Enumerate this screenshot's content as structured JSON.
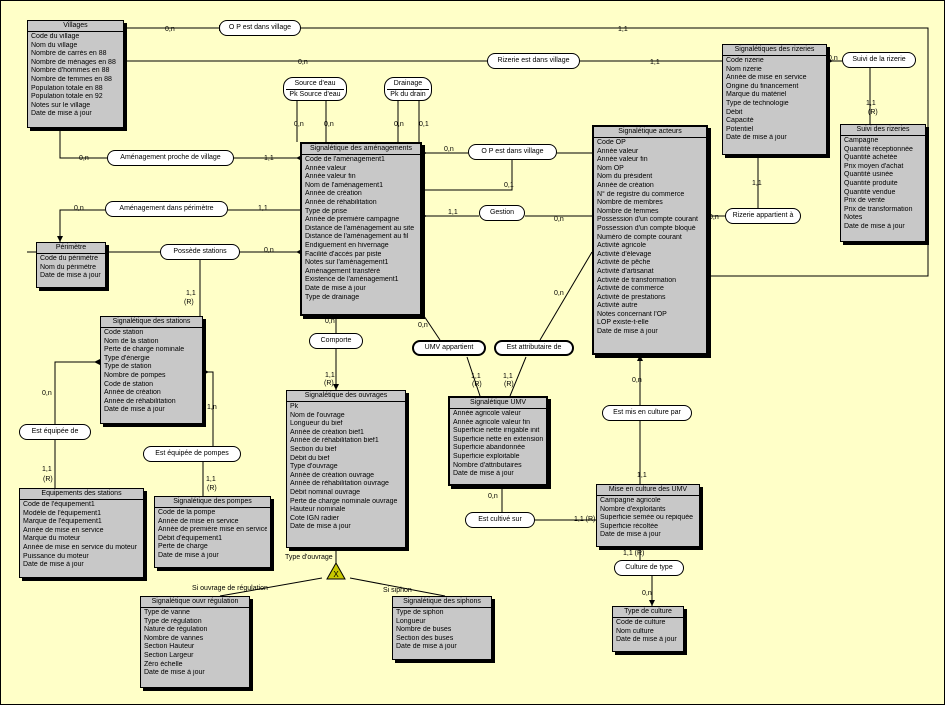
{
  "entities": {
    "villages": {
      "title": "Villages",
      "attrs": [
        "Code du village",
        "Nom du village",
        "Nombre de carrés en 88",
        "Nombre de ménages en 88",
        "Nombre d'hommes en 88",
        "Nombre de femmes en 88",
        "Population totale en 88",
        "Population totale en 92",
        "Notes sur le village",
        "Date de mise à jour"
      ]
    },
    "amenagements": {
      "title": "Signalétique des aménagements",
      "attrs": [
        "Code de l'aménagement1",
        "Année valeur",
        "Année valeur fin",
        "Nom de l'aménagement1",
        "Année de création",
        "Année de réhabilitation",
        "Type de prise",
        "Année de première campagne",
        "Distance de l'aménagement au site",
        "Distance de l'aménagement au fil",
        "Endiguement en hivernage",
        "Facilité d'accès par piste",
        "Notes sur l'aménagement1",
        "Aménagement transféré",
        "Existence de l'aménagement1",
        "Date de mise à jour",
        "Type de drainage"
      ]
    },
    "perimetre": {
      "title": "Périmètre",
      "attrs": [
        "Code du périmètre",
        "Nom du périmètre",
        "Date de mise à jour"
      ]
    },
    "stations": {
      "title": "Signalétique des stations",
      "attrs": [
        "Code station",
        "Nom de la station",
        "Perte de charge nominale",
        "Type d'énergie",
        "Type de station",
        "Nombre de pompes",
        "Code de station",
        "Année de création",
        "Année de réhabilitation",
        "Date de mise à jour"
      ]
    },
    "equipements": {
      "title": "Equipements des stations",
      "attrs": [
        "Code de l'équipement1",
        "Modèle de l'équipement1",
        "Marque de l'équipement1",
        "Année de mise en service",
        "Marque du moteur",
        "Année de mise en service du moteur",
        "Puissance du moteur",
        "Date de mise à jour"
      ]
    },
    "pompes": {
      "title": "Signalétique des pompes",
      "attrs": [
        "Code de la pompe",
        "Année de mise en service",
        "Année de première mise en service",
        "Débit d'équipement1",
        "Perte de charge",
        "Date de mise à jour"
      ]
    },
    "ouvrages": {
      "title": "Signalétique des ouvrages",
      "attrs": [
        "Pk",
        "Nom de l'ouvrage",
        "Longueur du bief",
        "Année de création bief1",
        "Année de réhabilitation bief1",
        "Section du bief",
        "Débit du bief",
        "Type d'ouvrage",
        "Année de création ouvrage",
        "Année de réhabilitation ouvrage",
        "Débit nominal ouvrage",
        "Perte de charge nominale ouvrage",
        "Hauteur nominale",
        "Cote IGN radier",
        "Date de mise à jour"
      ]
    },
    "regulation": {
      "title": "Signalétique ouvr régulation",
      "attrs": [
        "Type de vanne",
        "Type de régulation",
        "Nature de régulation",
        "Nombre de vannes",
        "Section Hauteur",
        "Section Largeur",
        "Zéro échelle",
        "Date de mise à jour"
      ]
    },
    "siphons": {
      "title": "Signalétique des siphons",
      "attrs": [
        "Type de siphon",
        "Longueur",
        "Nombre de buses",
        "Section des buses",
        "Date de mise à jour"
      ]
    },
    "umv": {
      "title": "Signalétique UMV",
      "attrs": [
        "Année agricole valeur",
        "Année agricole valeur fin",
        "Superficie nette irrigable init",
        "Superficie nette en extension",
        "Superficie abandonnée",
        "Superficie exploitable",
        "Nombre d'attributaires",
        "Date de mise à jour"
      ]
    },
    "acteurs": {
      "title": "Signalétique acteurs",
      "attrs": [
        "Code OP",
        "Année valeur",
        "Année valeur fin",
        "Nom OP",
        "Nom du président",
        "Année de création",
        "N° de registre du commerce",
        "Nombre de membres",
        "Nombre de femmes",
        "Possession d'un compte courant",
        "Possession d'un compte bloqué",
        "Numéro de compte courant",
        "Activité agricole",
        "Activité d'élevage",
        "Activité de pêche",
        "Activité d'artisanat",
        "Activité de transformation",
        "Activité de commerce",
        "Activité de prestations",
        "Activité autre",
        "Notes concernant l'OP",
        "LOP existe-t-elle",
        "Date de mise à jour"
      ]
    },
    "rizerie": {
      "title": "Signalétiques des rizeries",
      "attrs": [
        "Code rizerie",
        "Nom rizerie",
        "Année de mise en service",
        "Origine du financement",
        "Marque du matériel",
        "Type de technologie",
        "Débit",
        "Capacité",
        "Potentiel",
        "Date de mise à jour"
      ]
    },
    "suivi": {
      "title": "Suivi des rizeries",
      "attrs": [
        "Campagne",
        "Quantité réceptionnée",
        "Quantité achetée",
        "Prix moyen d'achat",
        "Quantité usinée",
        "Quantité produite",
        "Quantité vendue",
        "Prix de vente",
        "Prix de transformation",
        "Notes",
        "Date de mise à jour"
      ]
    },
    "miseenculture": {
      "title": "Mise en culture des UMV",
      "attrs": [
        "Campagne agricole",
        "Nombre d'exploitants",
        "Superficie semée ou repiquée",
        "Superficie récoltée",
        "Date de mise à jour"
      ]
    },
    "typeculture": {
      "title": "Type de culture",
      "attrs": [
        "Code de culture",
        "Nom culture",
        "Date de mise à jour"
      ]
    }
  },
  "associations": {
    "op_village": "O P est dans village",
    "rizerie_village": "Rizerie est dans village",
    "suivi_rizerie": "Suivi de la rizerie",
    "source_eau": {
      "top": "Source d'eau",
      "bottom": "Pk Source d'eau"
    },
    "drainage": {
      "top": "Drainage",
      "bottom": "Pk du drain"
    },
    "amen_proche": "Aménagement proche de village",
    "op_village2": "O P est dans village",
    "gestion": "Gestion",
    "rizerie_appartient": "Rizerie appartient à",
    "amen_perimetre": "Aménagement dans périmètre",
    "possede_stations": "Possède stations",
    "comporte": "Comporte",
    "umv_appartient": "UMV appartient",
    "est_attributaire": "Est attributaire de",
    "est_equipee_de": "Est équipée de",
    "est_equipee_pompes": "Est équipée de pompes",
    "est_mis_en_culture": "Est mis en culture par",
    "est_cultive_sur": "Est cultivé sur",
    "culture_de_type": "Culture de type"
  },
  "cardinalities": {
    "v_op": "0,n",
    "op_acteurs": "1,1",
    "v_rizerie": "0,n",
    "rizerie_rizerie": "1,1",
    "suivi_riz": "0,n",
    "suivi_suivi": "1,1",
    "suivi_r": "(R)",
    "source_a": "0,n",
    "source_b": "0,n",
    "drain_a": "0,n",
    "drain_b": "0,1",
    "proche_v": "0,n",
    "proche_a": "1,1",
    "op2_a": "0,n",
    "op2_b": "0,1",
    "gestion_a": "1,1",
    "gestion_b": "0,n",
    "riz_app_a": "0,n",
    "riz_app_b": "1,1",
    "perim_p": "0,n",
    "perim_a": "1,1",
    "poss_a": "0,n",
    "poss_s": "1,1",
    "poss_r": "(R)",
    "comp_a": "0,n",
    "comp_o": "1,1",
    "comp_r": "(R)",
    "umv_a": "0,n",
    "umv_u": "1,1",
    "umv_r": "(R)",
    "attr_a": "0,n",
    "attr_u": "1,1",
    "attr_r": "(R)",
    "eq_s": "0,n",
    "eq_e": "1,1",
    "eq_r": "(R)",
    "pompes_s": "1,n",
    "pompes_p": "1,1",
    "pompes_r": "(R)",
    "culture_a": "0,n",
    "culture_m": "1,1",
    "cultive_u": "0,n",
    "cultive_m": "1,1 (R)",
    "type_m": "1,1 (R)",
    "type_t": "0,n"
  },
  "specialization": {
    "label": "Type d'ouvrage",
    "left": "Si ouvrage de régulation",
    "right": "Si siphon",
    "symbol": "X"
  }
}
